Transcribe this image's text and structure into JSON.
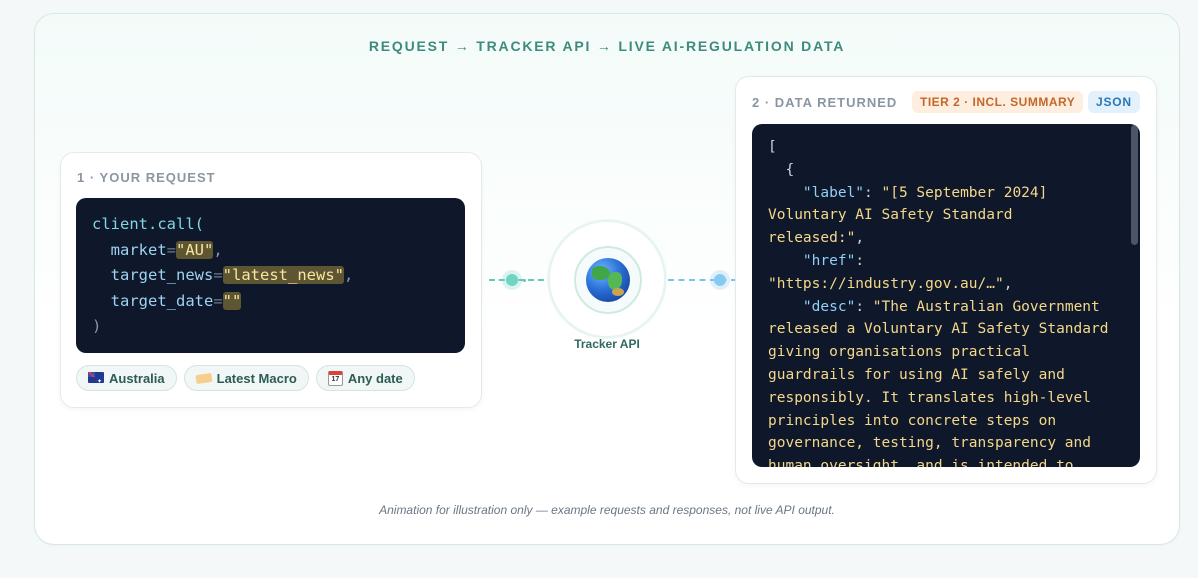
{
  "header": {
    "title": "REQUEST → TRACKER API → LIVE AI-REGULATION DATA"
  },
  "request_panel": {
    "label": "1 · YOUR REQUEST",
    "code": {
      "call": "client.call(",
      "params": [
        {
          "key": "market",
          "value": "\"AU\"",
          "suffix": ","
        },
        {
          "key": "target_news",
          "value": "\"latest_news\"",
          "suffix": ","
        },
        {
          "key": "target_date",
          "value": "\"\"",
          "suffix": ""
        }
      ],
      "close": ")"
    },
    "tags": [
      {
        "icon": "australia-flag-icon",
        "label": "Australia"
      },
      {
        "icon": "ticket-icon",
        "label": "Latest Macro"
      },
      {
        "icon": "calendar-icon",
        "label": "Any date"
      }
    ]
  },
  "hub": {
    "label": "Tracker API",
    "icon": "globe-icon"
  },
  "response_panel": {
    "label": "2 · DATA RETURNED",
    "tier_badge": "TIER 2 · INCL. SUMMARY",
    "format_badge": "JSON",
    "json": {
      "open_bracket": "[",
      "open_brace": "  {",
      "label_key": "\"label\"",
      "label_value": "\"[5 September 2024]\nVoluntary AI Safety Standard\nreleased:\"",
      "href_key": "\"href\"",
      "href_value": "\"https://industry.gov.au/…\"",
      "desc_key": "\"desc\"",
      "desc_value": "\"The Australian Government\nreleased a Voluntary AI Safety Standard\ngiving organisations practical\nguardrails for using AI safely and\nresponsibly. It translates high-level\nprinciples into concrete steps on\ngovernance, testing, transparency and\nhuman oversight, and is intended to"
    }
  },
  "footer": {
    "note": "Animation for illustration only — example requests and responses, not live API output."
  },
  "colors": {
    "accent": "#3f8a7d",
    "code_bg": "#0f172a",
    "tier_badge_text": "#c4672b",
    "json_badge_text": "#2b78b6"
  }
}
